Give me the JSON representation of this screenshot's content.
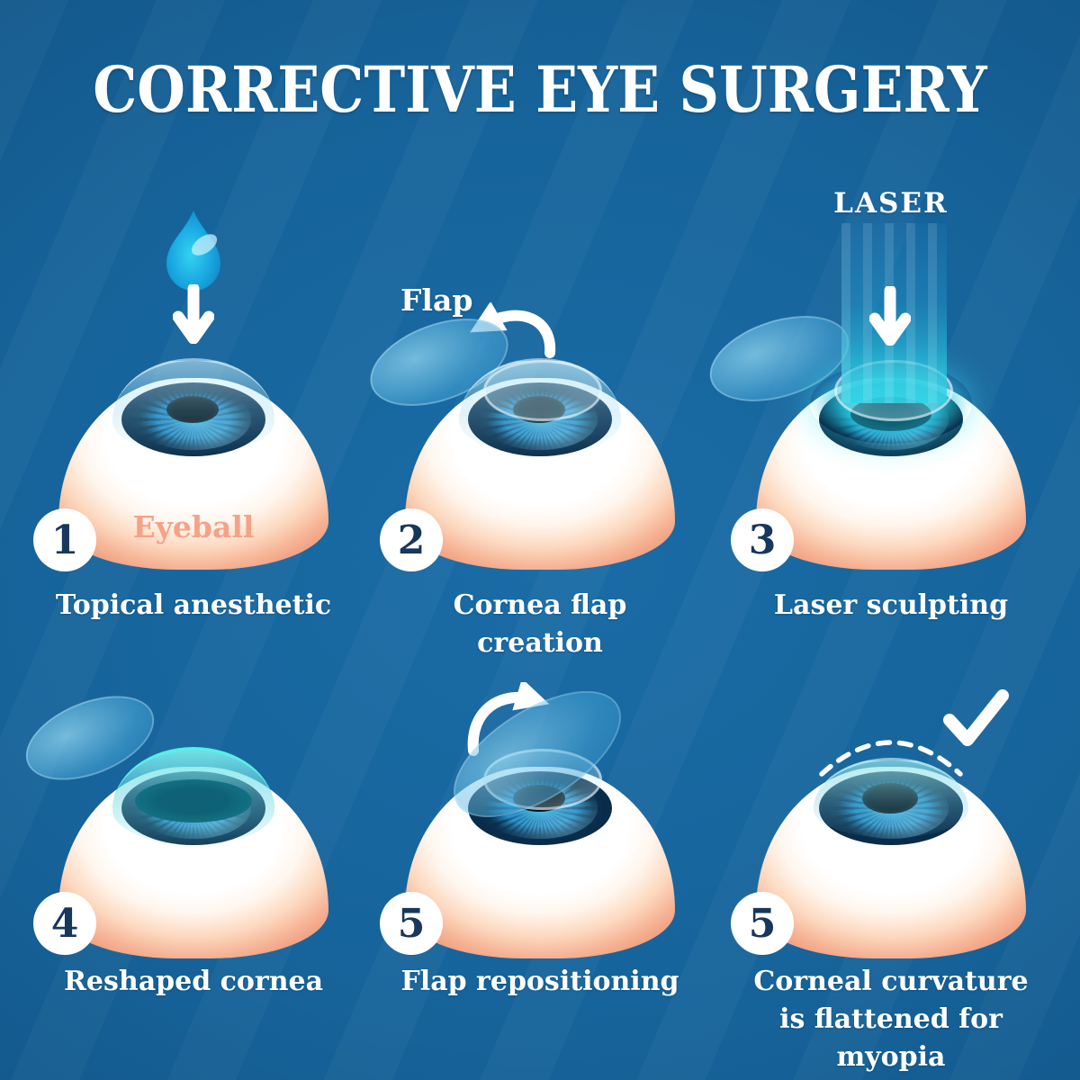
{
  "title": "CORRECTIVE EYE SURGERY",
  "colors": {
    "background_dark": "#0d4169",
    "background_light": "#1a6ca6",
    "text": "#ffffff",
    "badge_text": "#17375c",
    "eyeball_label": "#f5a287",
    "sclera_peach": "#f1a183",
    "iris_blue": "#1b86c3",
    "laser_cyan": "#27c9de",
    "drop_blue": "#18a9e2"
  },
  "steps": [
    {
      "number": "1",
      "caption": "Topical anesthetic",
      "annotation": "Eyeball",
      "icons": [
        "water-drop",
        "down-arrow"
      ]
    },
    {
      "number": "2",
      "caption": "Cornea flap creation",
      "annotation": "Flap",
      "icons": [
        "curved-arrow-left",
        "cornea-flap"
      ]
    },
    {
      "number": "3",
      "caption": "Laser sculpting",
      "annotation": "LASER",
      "icons": [
        "laser-beam",
        "down-arrow",
        "cornea-flap"
      ]
    },
    {
      "number": "4",
      "caption": "Reshaped cornea",
      "annotation": "",
      "icons": [
        "cornea-flap"
      ]
    },
    {
      "number": "5",
      "caption": "Flap repositioning",
      "annotation": "",
      "icons": [
        "curved-arrow-right",
        "cornea-flap"
      ]
    },
    {
      "number": "5",
      "caption": "Corneal curvature is flattened for myopia",
      "annotation": "",
      "icons": [
        "checkmark",
        "dashed-curvature-arc"
      ]
    }
  ]
}
